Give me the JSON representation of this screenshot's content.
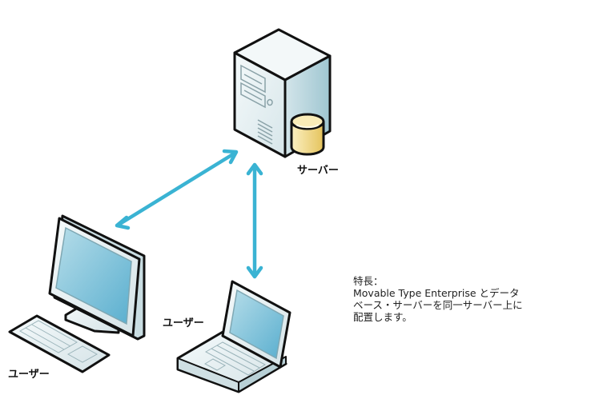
{
  "diagram": {
    "nodes": {
      "server": {
        "label": "サーバー",
        "icon": "server-tower-icon",
        "attachment_icon": "database-cylinder-icon"
      },
      "desktop": {
        "label": "ユーザー",
        "icon": "desktop-computer-icon"
      },
      "laptop": {
        "label": "ユーザー",
        "icon": "laptop-icon"
      }
    },
    "connections": [
      {
        "from": "desktop",
        "to": "server",
        "type": "bidirectional-arrow"
      },
      {
        "from": "laptop",
        "to": "server",
        "type": "bidirectional-arrow"
      }
    ],
    "note": {
      "heading": "特長：",
      "lines": [
        "Movable Type Enterprise とデータ",
        "ベース・サーバーを同一サーバー上に",
        "配置します。"
      ]
    },
    "colors": {
      "arrow": "#3ab3d3",
      "screen": "#7fc3da",
      "case": "#e3eef1",
      "database": "#f0d98a"
    }
  }
}
